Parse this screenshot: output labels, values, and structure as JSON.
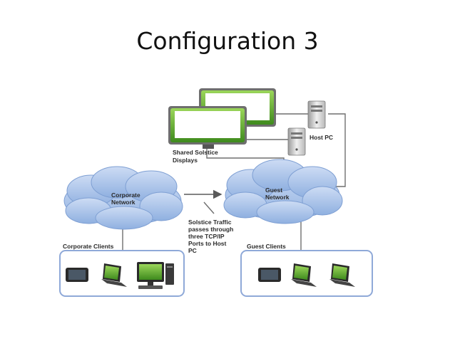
{
  "slide": {
    "title": "Configuration 3"
  },
  "diagram": {
    "shared_displays_label": [
      "Shared Solstice",
      "Displays"
    ],
    "host_pc_label": "Host PC",
    "corporate_network_label": [
      "Corporate",
      "Network"
    ],
    "guest_network_label": [
      "Guest",
      "Network"
    ],
    "traffic_note": [
      "Solstice Traffic",
      "passes through",
      "three TCP/IP",
      "Ports to Host",
      "PC"
    ],
    "corporate_clients_label": "Corporate Clients",
    "guest_clients_label": "Guest Clients"
  },
  "colors": {
    "cloud_fill": "#a9c4ea",
    "cloud_stroke": "#7e9fd3",
    "screen_green": "#7cc242",
    "box_border": "#8fa9d8",
    "line": "#6f6f6f"
  }
}
